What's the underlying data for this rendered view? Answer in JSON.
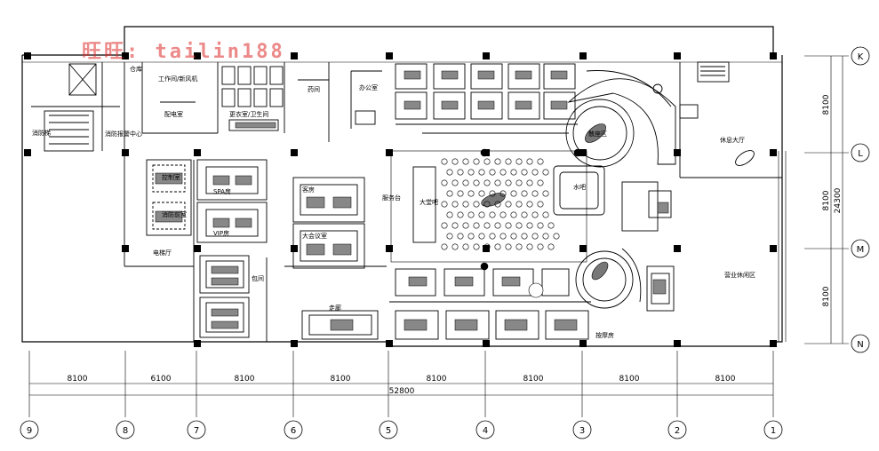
{
  "watermark": "旺旺: tailin188",
  "column_axes": [
    "9",
    "8",
    "7",
    "6",
    "5",
    "4",
    "3",
    "2",
    "1"
  ],
  "column_spans": [
    "8100",
    "6100",
    "8100",
    "8100",
    "8100",
    "8100",
    "8100",
    "8100"
  ],
  "total_width": "52800",
  "row_axes": [
    "K",
    "L",
    "M",
    "N"
  ],
  "row_spans": [
    "8100",
    "8100",
    "8100"
  ],
  "total_height": "24300",
  "room_labels": {
    "r1": "工作间/新风机",
    "r2": "配电室",
    "r3": "消防报警中心",
    "r4": "更衣室/卫生间",
    "r5": "控制室",
    "r6": "消防前室",
    "r7": "药间",
    "r8": "办公室",
    "r9": "电梯厅",
    "r10": "休息大厅",
    "r11": "散座区",
    "r12": "SPA房",
    "r13": "VIP房",
    "r14": "水吧",
    "r15": "客房",
    "r16": "大堂吧",
    "r17": "营业休闲区",
    "r18": "服务台",
    "r19": "消防梯",
    "r20": "大会议室",
    "r21": "包间",
    "r22": "走廊",
    "r23": "仓库",
    "r24": "按摩房"
  }
}
